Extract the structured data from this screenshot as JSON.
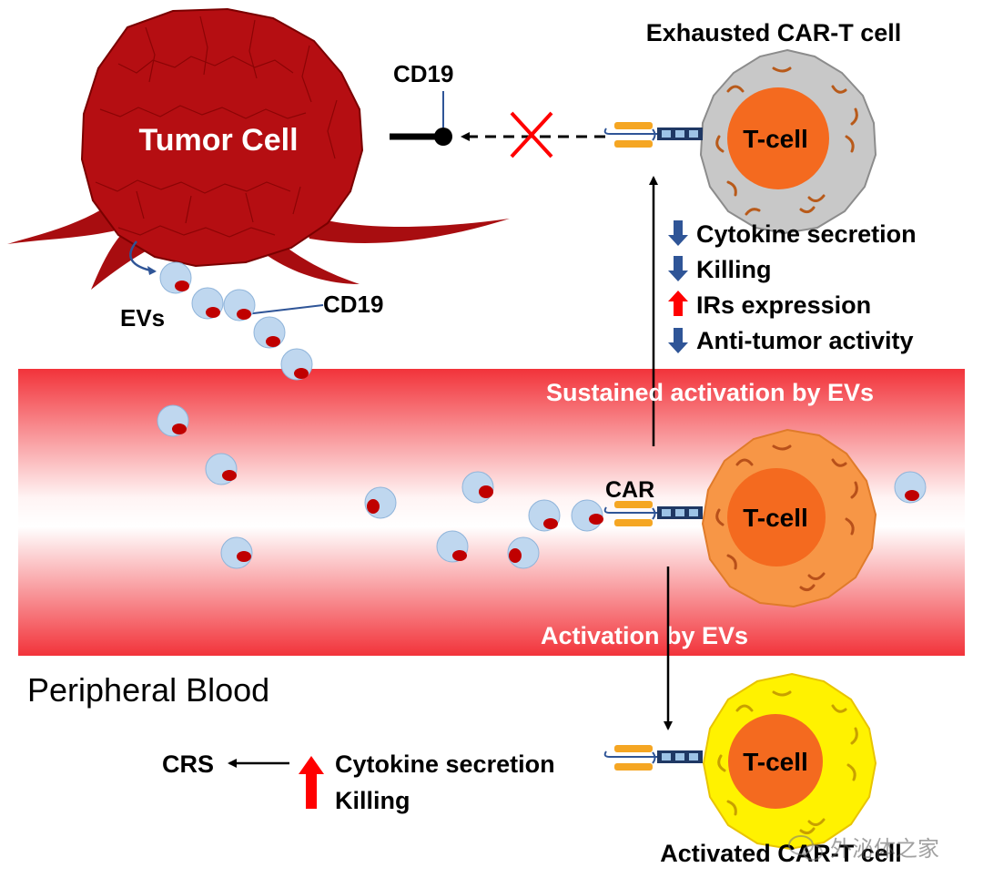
{
  "labels": {
    "tumor_cell": "Tumor Cell",
    "cd19_top": "CD19",
    "cd19_ev": "CD19",
    "evs": "EVs",
    "exhausted_title": "Exhausted CAR-T cell",
    "activated_title": "Activated CAR-T cell",
    "tcell_top": "T-cell",
    "tcell_mid": "T-cell",
    "tcell_bottom": "T-cell",
    "car": "CAR",
    "band_sustained": "Sustained activation by EVs",
    "band_activation": "Activation by EVs",
    "peripheral_blood": "Peripheral Blood",
    "crs": "CRS",
    "watermark": "外泌体之家"
  },
  "exhausted_effects": [
    {
      "direction": "down",
      "text": "Cytokine secretion"
    },
    {
      "direction": "down",
      "text": "Killing"
    },
    {
      "direction": "up",
      "text": "IRs expression"
    },
    {
      "direction": "down",
      "text": "Anti-tumor activity"
    }
  ],
  "activated_effects": [
    {
      "text": "Cytokine secretion"
    },
    {
      "text": "Killing"
    }
  ],
  "colors": {
    "tumor": "#B50E12",
    "blood_band": "#F2333A",
    "ev_fill": "#BFD7EF",
    "ev_cargo": "#C00000",
    "exhausted_cell": "#C8C8C8",
    "active_cell": "#F79646",
    "activated_cell": "#FFF200",
    "nucleus": "#F46A1F",
    "down_arrow": "#2F5597",
    "up_arrow": "#FF0000"
  }
}
